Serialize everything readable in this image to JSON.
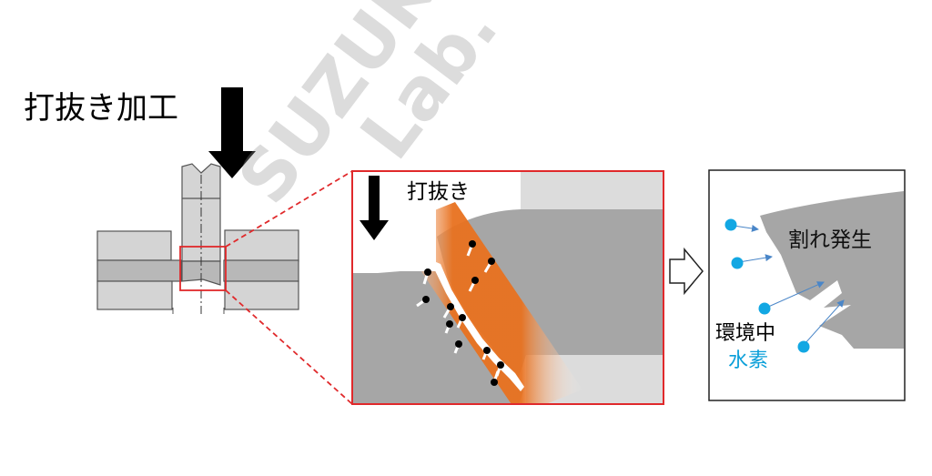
{
  "title": "打抜き加工",
  "zoom_label": "打抜き",
  "crack_label": "割れ発生",
  "environment_label": "環境中",
  "hydrogen_label": "水素",
  "watermark_line1": "SUZUKI",
  "watermark_line2": "Lab.",
  "colors": {
    "frame_red": "#e0292b",
    "metal_gray": "#a6a6a6",
    "light_gray": "#d9d9d9",
    "stress_orange": "#e8711f",
    "hydrogen_blue": "#12a7e3"
  }
}
